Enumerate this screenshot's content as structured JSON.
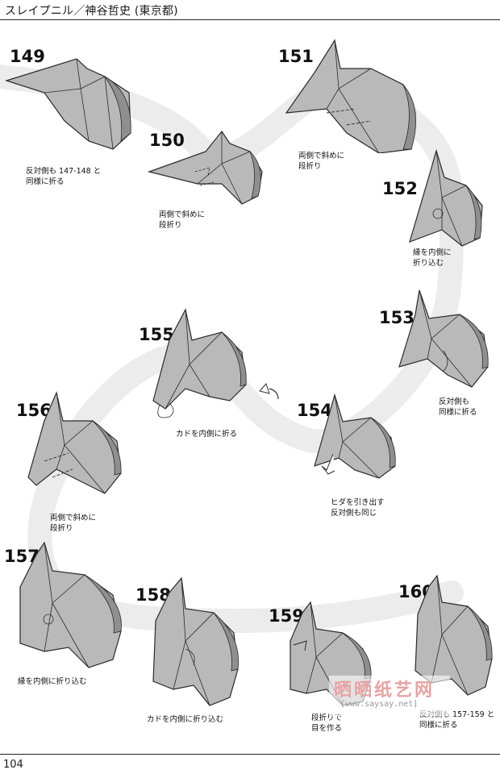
{
  "header": {
    "title": "スレイプニル／神谷哲史 (東京都)"
  },
  "steps": [
    {
      "number": "149",
      "note": "反対側も 147-148 と\n同様に折る"
    },
    {
      "number": "150",
      "note": "両側で斜めに\n段折り"
    },
    {
      "number": "151",
      "note": "両側で斜めに\n段折り"
    },
    {
      "number": "152",
      "note": "縁を内側に\n折り込む"
    },
    {
      "number": "153",
      "note": "反対側も\n同様に折る"
    },
    {
      "number": "154",
      "note": "ヒダを引き出す\n反対側も同じ"
    },
    {
      "number": "155",
      "note": "カドを内側に折る"
    },
    {
      "number": "156",
      "note": "両側で斜めに\n段折り"
    },
    {
      "number": "157",
      "note": "縁を内側に折り込む"
    },
    {
      "number": "158",
      "note": "カドを内側に折り込む"
    },
    {
      "number": "159",
      "note": "段折りで\n目を作る"
    },
    {
      "number": "160",
      "note": "反対側も 157-159 と\n同様に折る"
    }
  ],
  "watermark": {
    "logo": "晒晒纸艺网",
    "url": "[www.saysay.net]"
  },
  "footer": {
    "page_number": "104"
  },
  "colors": {
    "paper_fill": "#b9b9b9",
    "paper_dark": "#8f8f8f",
    "line": "#2a2a2a",
    "ribbon": "#ececec"
  }
}
